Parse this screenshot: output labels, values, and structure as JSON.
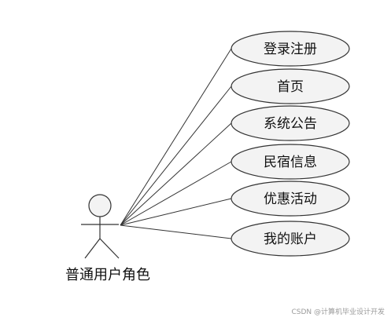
{
  "diagram": {
    "actor": {
      "label": "普通用户角色"
    },
    "use_cases": [
      {
        "label": "登录注册"
      },
      {
        "label": "首页"
      },
      {
        "label": "系统公告"
      },
      {
        "label": "民宿信息"
      },
      {
        "label": "优惠活动"
      },
      {
        "label": "我的账户"
      }
    ],
    "colors": {
      "ellipse_fill": "#f3f3f3",
      "stroke": "#333333",
      "text": "#111111"
    }
  },
  "watermark": "CSDN @计算机毕业设计开发"
}
